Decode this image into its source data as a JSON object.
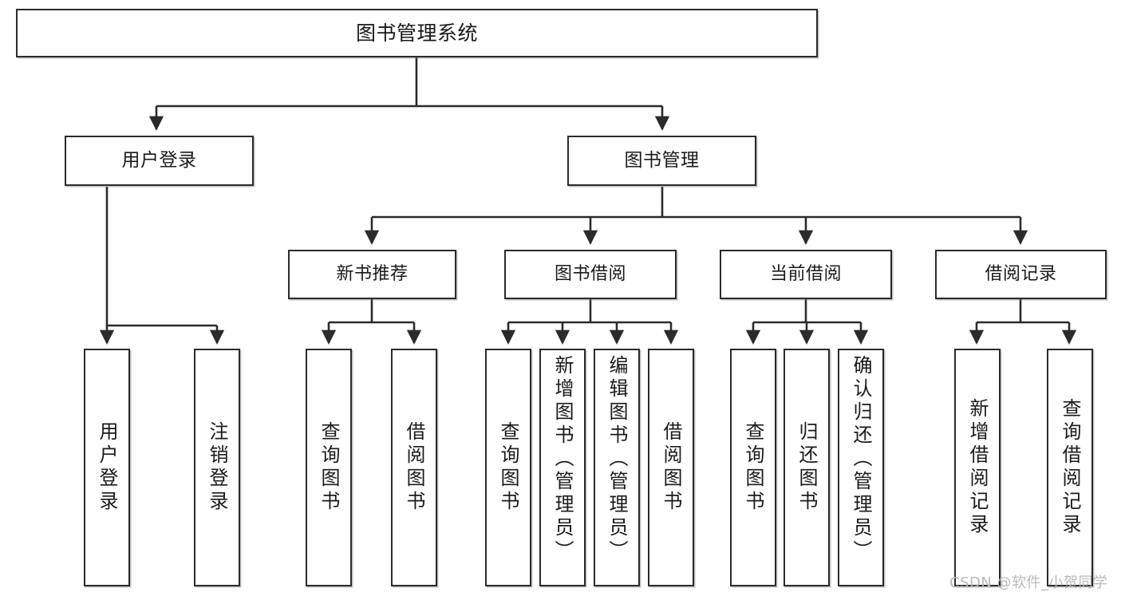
{
  "diagram": {
    "title": "图书管理系统",
    "type": "功能结构图",
    "root": {
      "id": "root",
      "label": "图书管理系统"
    },
    "level2": [
      {
        "id": "user-login",
        "label": "用户登录"
      },
      {
        "id": "book-manage",
        "label": "图书管理"
      }
    ],
    "level3": [
      {
        "id": "new-book-recommend",
        "label": "新书推荐"
      },
      {
        "id": "book-borrow",
        "label": "图书借阅"
      },
      {
        "id": "current-borrow",
        "label": "当前借阅"
      },
      {
        "id": "borrow-record",
        "label": "借阅记录"
      }
    ],
    "leaves": {
      "user_login": [
        {
          "id": "leaf-user-login",
          "label": "用户登录"
        },
        {
          "id": "leaf-logout-login",
          "label": "注销登录"
        }
      ],
      "new_book_recommend": [
        {
          "id": "leaf-query-book-1",
          "label": "查询图书"
        },
        {
          "id": "leaf-borrow-book-1",
          "label": "借阅图书"
        }
      ],
      "book_borrow": [
        {
          "id": "leaf-query-book-2",
          "label": "查询图书"
        },
        {
          "id": "leaf-add-book",
          "label": "新增图书（管理员）"
        },
        {
          "id": "leaf-edit-book",
          "label": "编辑图书（管理员）"
        },
        {
          "id": "leaf-borrow-book-2",
          "label": "借阅图书"
        }
      ],
      "current_borrow": [
        {
          "id": "leaf-query-book-3",
          "label": "查询图书"
        },
        {
          "id": "leaf-return-book",
          "label": "归还图书"
        },
        {
          "id": "leaf-confirm-return",
          "label": "确认归还（管理员）"
        }
      ],
      "borrow_record": [
        {
          "id": "leaf-add-record",
          "label": "新增借阅记录"
        },
        {
          "id": "leaf-query-record",
          "label": "查询借阅记录"
        }
      ]
    },
    "watermark": "CSDN @软件_小贺同学",
    "colors": {
      "stroke": "#2b2b2b",
      "box_fill": "#ffffff",
      "text": "#1a1a1a",
      "watermark": "#b9b9b9",
      "canvas": "#ffffff"
    }
  }
}
